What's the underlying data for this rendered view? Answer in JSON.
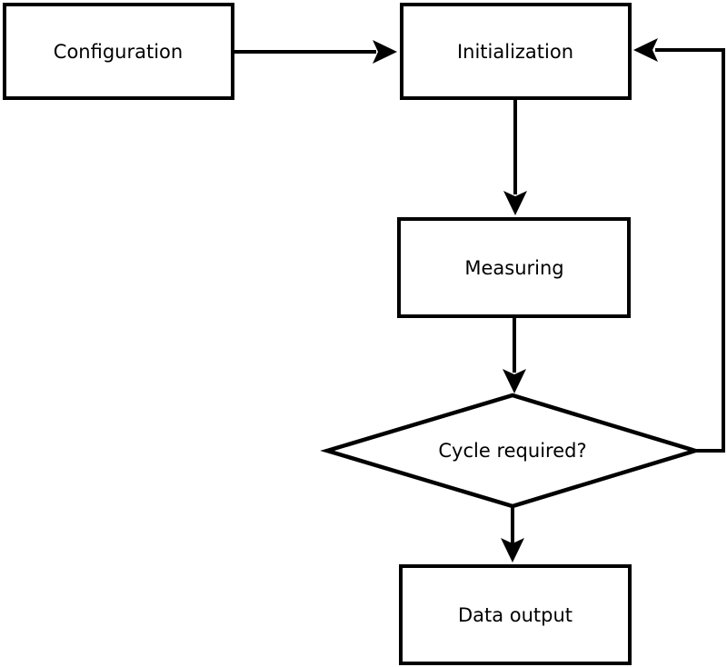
{
  "diagram": {
    "background_color": "#ffffff",
    "stroke_color": "#000000",
    "node_fill_color": "#ffffff",
    "text_color": "#000000",
    "nodes": [
      {
        "id": "configuration",
        "shape": "rectangle",
        "label": "Configuration"
      },
      {
        "id": "initialization",
        "shape": "rectangle",
        "label": "Initialization"
      },
      {
        "id": "measuring",
        "shape": "rectangle",
        "label": "Measuring"
      },
      {
        "id": "cycle-required",
        "shape": "diamond",
        "label": "Cycle required?"
      },
      {
        "id": "data-output",
        "shape": "rectangle",
        "label": "Data output"
      }
    ],
    "edges": [
      {
        "from": "configuration",
        "to": "initialization",
        "kind": "arrow"
      },
      {
        "from": "initialization",
        "to": "measuring",
        "kind": "arrow"
      },
      {
        "from": "measuring",
        "to": "cycle-required",
        "kind": "arrow"
      },
      {
        "from": "cycle-required",
        "to": "data-output",
        "kind": "arrow"
      },
      {
        "from": "cycle-required",
        "to": "initialization",
        "kind": "loop-back-arrow"
      }
    ]
  }
}
